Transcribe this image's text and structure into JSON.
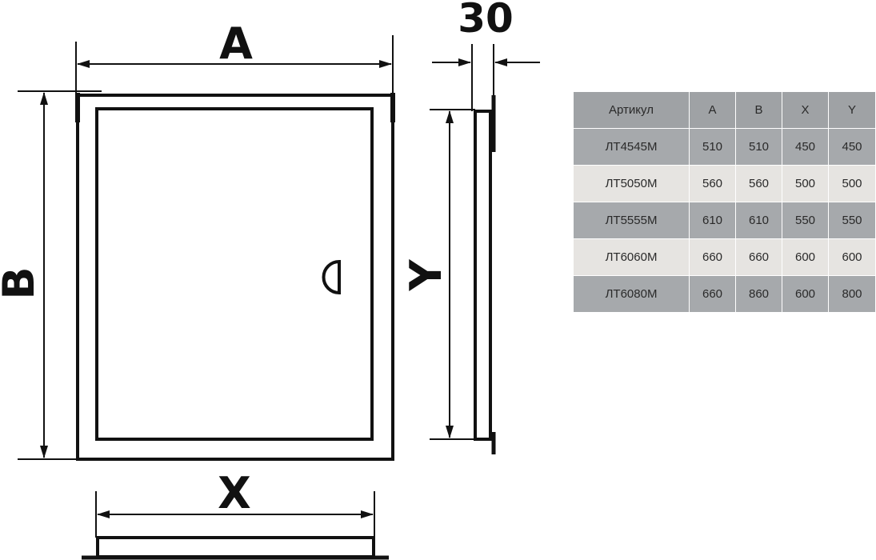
{
  "drawing": {
    "labels": {
      "width": "A",
      "height": "B",
      "depth": "30",
      "inner_height": "Y",
      "inner_width": "X"
    },
    "stroke_color": "#111111"
  },
  "table": {
    "headers": [
      "Артикул",
      "A",
      "B",
      "X",
      "Y"
    ],
    "rows": [
      [
        "ЛТ4545М",
        "510",
        "510",
        "450",
        "450"
      ],
      [
        "ЛТ5050М",
        "560",
        "560",
        "500",
        "500"
      ],
      [
        "ЛТ5555М",
        "610",
        "610",
        "550",
        "550"
      ],
      [
        "ЛТ6060М",
        "660",
        "660",
        "600",
        "600"
      ],
      [
        "ЛТ6080М",
        "660",
        "860",
        "600",
        "800"
      ]
    ],
    "colors": {
      "header_bg": "#9fa2a5",
      "row_dark": "#a6a9ac",
      "row_light": "#e6e4e1"
    }
  }
}
